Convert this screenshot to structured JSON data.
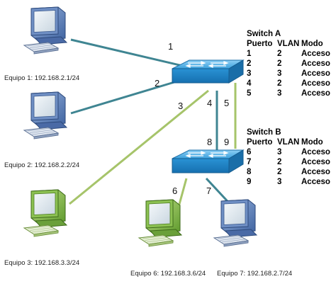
{
  "switch_a": {
    "title": "Switch A",
    "headers": [
      "Puerto",
      "VLAN",
      "Modo"
    ],
    "rows": [
      [
        "1",
        "2",
        "Acceso"
      ],
      [
        "2",
        "2",
        "Acceso"
      ],
      [
        "3",
        "3",
        "Acceso"
      ],
      [
        "4",
        "2",
        "Acceso"
      ],
      [
        "5",
        "3",
        "Acceso"
      ]
    ]
  },
  "switch_b": {
    "title": "Switch B",
    "headers": [
      "Puerto",
      "VLAN",
      "Modo"
    ],
    "rows": [
      [
        "6",
        "3",
        "Acceso"
      ],
      [
        "7",
        "2",
        "Acceso"
      ],
      [
        "8",
        "2",
        "Acceso"
      ],
      [
        "9",
        "3",
        "Acceso"
      ]
    ]
  },
  "links": {
    "p1": "1",
    "p2": "2",
    "p3": "3",
    "p4": "4",
    "p5": "5",
    "p6": "6",
    "p7": "7",
    "p8": "8",
    "p9": "9"
  },
  "hosts": {
    "equipo1": "Equipo 1: 192.168.2.1/24",
    "equipo2": "Equipo 2: 192.168.2.2/24",
    "equipo3": "Equipo 3: 192.168.3.3/24",
    "equipo6": "Equipo 6: 192.168.3.6/24",
    "equipo7": "Equipo 7: 192.168.2.7/24"
  },
  "colors": {
    "vlan2": "#3f8592",
    "vlan3": "#a6c46a",
    "switch_top": "#5fb3e8",
    "switch_side": "#1f84c8",
    "pc_blue": "#5b7fb8",
    "pc_green": "#86b84a"
  }
}
